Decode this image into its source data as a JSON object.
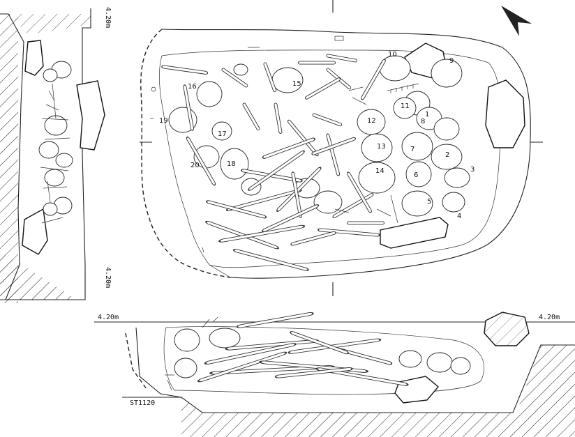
{
  "figure": {
    "feature_id": "ST1120",
    "elevation_labels": {
      "left_section_top": "4.20m",
      "left_section_bottom": "4.20m",
      "bottom_section_left": "4.20m",
      "bottom_section_right": "4.20m"
    },
    "individual_numbers": [
      "1",
      "2",
      "3",
      "4",
      "5",
      "6",
      "7",
      "8",
      "9",
      "10",
      "11",
      "12",
      "13",
      "14",
      "15",
      "16",
      "17",
      "18",
      "19",
      "20"
    ],
    "icons": [
      "north-arrow-icon"
    ]
  }
}
